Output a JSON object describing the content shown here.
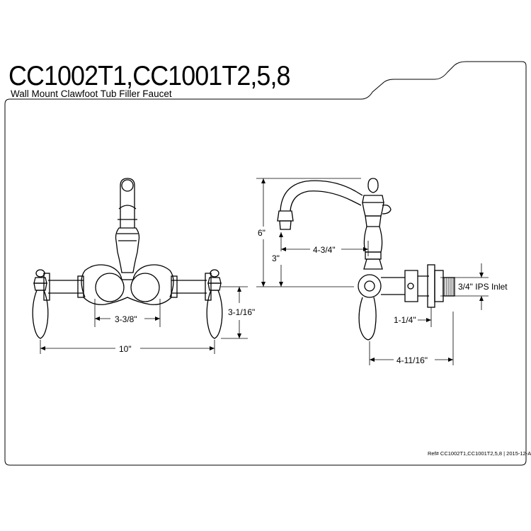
{
  "header": {
    "model_numbers": "CC1002T1,CC1001T2,5,8",
    "product_name": "Wall Mount Clawfoot Tub Filler Faucet"
  },
  "dimensions": {
    "spout_center_width": "3-3/8\"",
    "overall_width": "10\"",
    "handle_height": "3-1/16\"",
    "total_height": "6\"",
    "base_height": "3\"",
    "spout_reach": "4-3/4\"",
    "inlet": "3/4\" IPS Inlet",
    "inlet_offset": "1-1/4\"",
    "overall_depth": "4-11/16\""
  },
  "footer": {
    "reference": "Ref# CC1002T1,CC1001T2,5,8 | 2015-12-A"
  }
}
